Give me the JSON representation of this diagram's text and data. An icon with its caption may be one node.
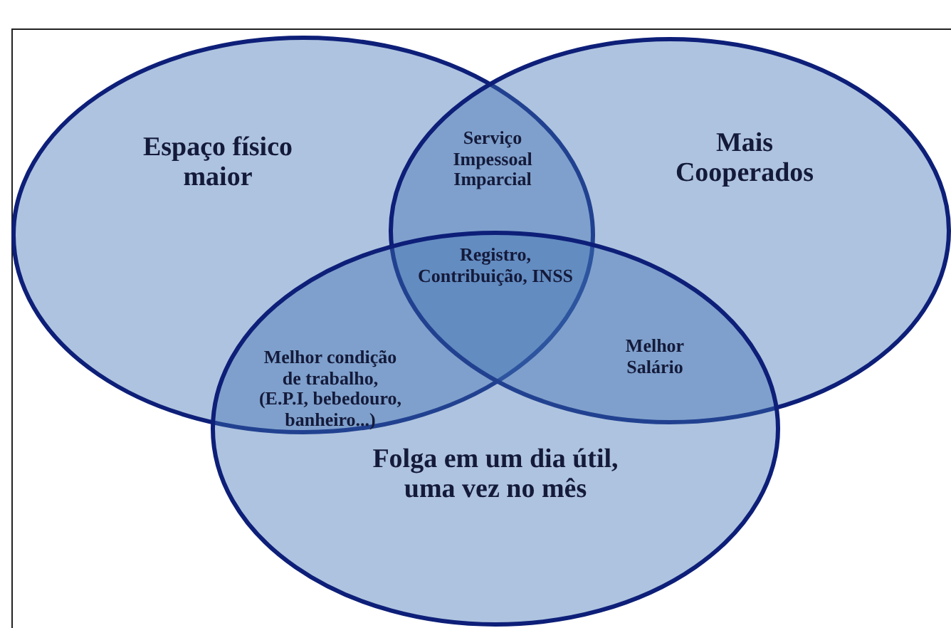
{
  "diagram": {
    "nodes": [
      {
        "text": [
          "Espaço físico maior"
        ]
      },
      {
        "text": [
          "Mais Cooperados"
        ]
      },
      {
        "text": [
          "Folga em um dia útil, uma vez no mês"
        ]
      }
    ],
    "labels": [
      "Serviço Impessoal Imparcial",
      "Registro, Contribuição, INSS",
      "Melhor condição de trabalho, (E.P.I, bebedouro, banheiro...)",
      "Melhor Salário"
    ]
  }
}
